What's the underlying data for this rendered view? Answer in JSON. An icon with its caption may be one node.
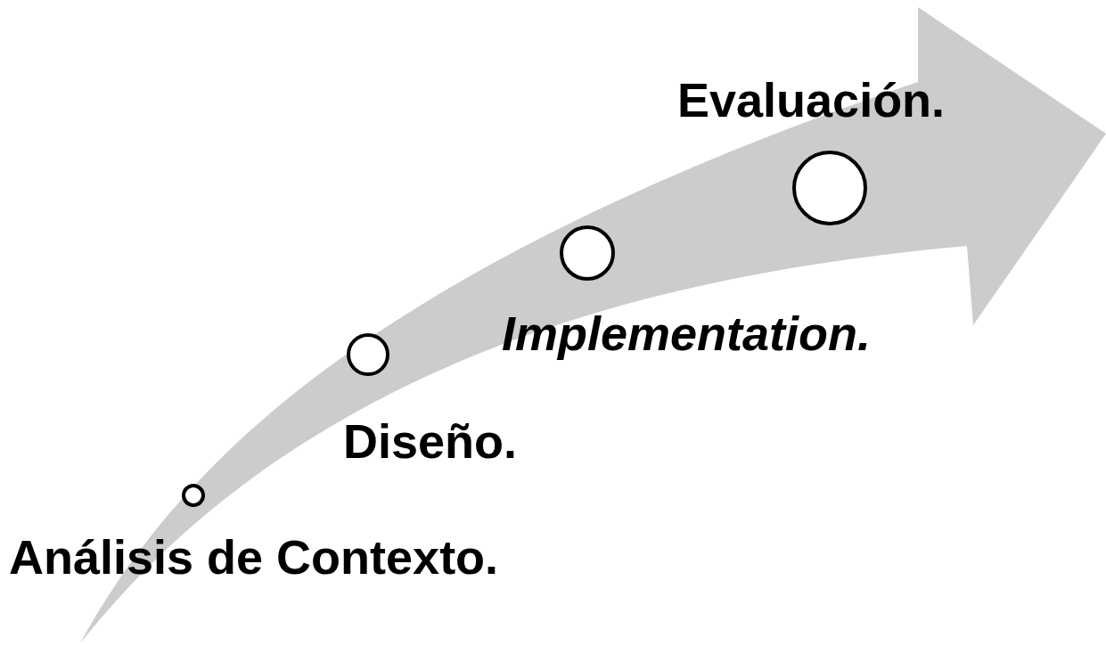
{
  "diagram": {
    "nodes": [
      {
        "text": [],
        "shape": "circle",
        "beside": [
          "Análisis de Contexto."
        ]
      },
      {
        "text": [],
        "shape": "circle",
        "beside": [
          "Diseño."
        ]
      },
      {
        "text": [],
        "shape": "circle",
        "beside": [
          "Implementation."
        ]
      },
      {
        "text": [],
        "shape": "circle",
        "beside": [
          "Evaluación."
        ]
      }
    ]
  }
}
